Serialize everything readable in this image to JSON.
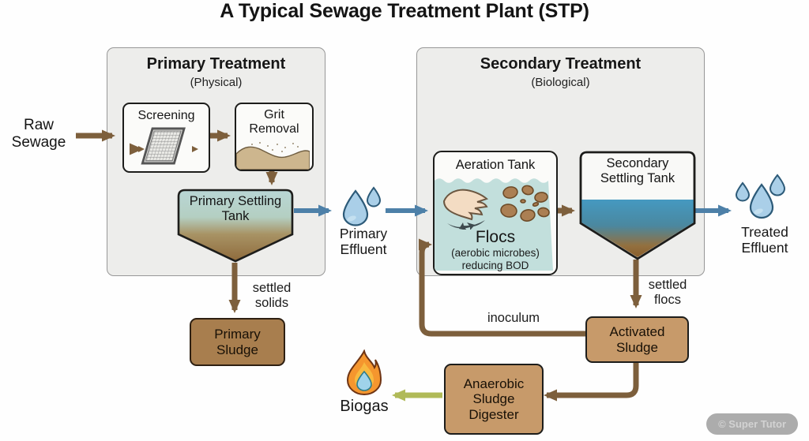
{
  "title": "A Typical Sewage Treatment Plant (STP)",
  "panels": {
    "primary": {
      "title": "Primary Treatment",
      "subtitle": "(Physical)"
    },
    "secondary": {
      "title": "Secondary Treatment",
      "subtitle": "(Biological)"
    }
  },
  "nodes": {
    "raw_sewage": {
      "label": "Raw Sewage"
    },
    "screening": {
      "label": "Screening"
    },
    "grit_removal": {
      "label": "Grit Removal"
    },
    "primary_settling_tank": {
      "label": "Primary Settling Tank"
    },
    "primary_effluent": {
      "label": "Primary Effluent"
    },
    "aeration_tank": {
      "label": "Aeration Tank",
      "flocs_title": "Flocs",
      "flocs_note1": "(aerobic microbes)",
      "flocs_note2": "reducing BOD"
    },
    "secondary_settling_tank": {
      "label": "Secondary Settling Tank"
    },
    "treated_effluent": {
      "label": "Treated Effluent"
    },
    "primary_sludge": {
      "label": "Primary Sludge"
    },
    "activated_sludge": {
      "label": "Activated Sludge"
    },
    "anaerobic_digester": {
      "label": "Anaerobic Sludge Digester"
    },
    "biogas": {
      "label": "Biogas"
    }
  },
  "edges": {
    "settled_solids": "settled solids",
    "settled_flocs": "settled flocs",
    "inoculum": "inoculum"
  },
  "watermark": "© Super Tutor",
  "colors": {
    "arrow_brown": "#7d5f3c",
    "arrow_blue": "#4d80a8",
    "arrow_olive": "#b0ba58",
    "panel_bg": "#ededeb",
    "sludge_box": "#c79a6a",
    "primary_sludge_box": "#a87e4e",
    "tank_teal": "#b9d6d5",
    "tank_brown": "#8f6b3c",
    "water_blue": "#4599c1",
    "aeration_water": "#c2dfdc",
    "drop_fill": "#aacfe8",
    "flame_orange": "#f5962e",
    "flame_blue": "#9fd3ea",
    "sand": "#cdb68e"
  }
}
